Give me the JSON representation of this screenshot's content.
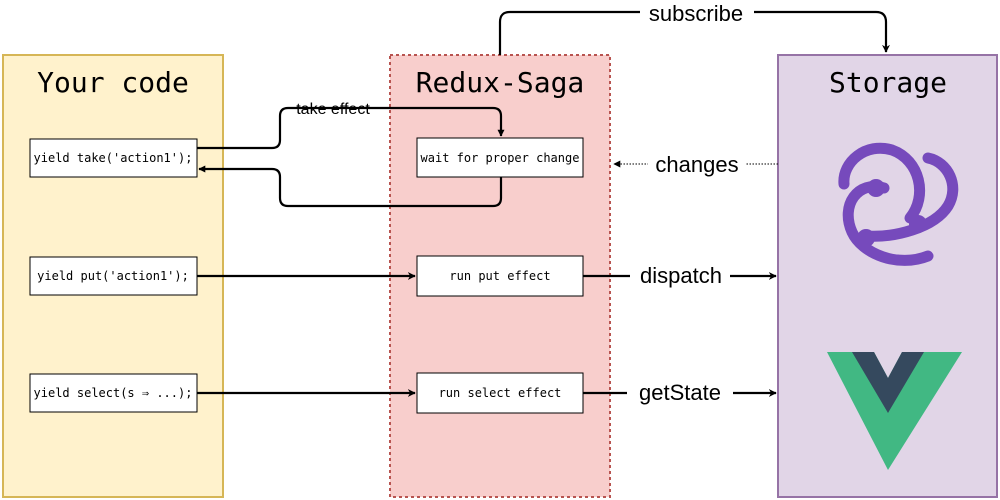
{
  "panels": {
    "your_code": {
      "title": "Your code"
    },
    "redux_saga": {
      "title": "Redux-Saga"
    },
    "storage": {
      "title": "Storage"
    }
  },
  "code_boxes": [
    "yield take('action1');",
    "yield put('action1');",
    "yield select(s ⇒ ...);"
  ],
  "saga_boxes": [
    "wait for proper change",
    "run put effect",
    "run select effect"
  ],
  "edges": {
    "subscribe": "subscribe",
    "take_effect": "take effect",
    "changes": "changes",
    "dispatch": "dispatch",
    "get_state": "getState"
  },
  "logos": {
    "redux": {
      "icon": "redux-logo-icon",
      "color": "#764abc"
    },
    "vue": {
      "icon": "vue-logo-icon",
      "outer_color": "#41b883",
      "inner_color": "#35495e"
    }
  },
  "colors": {
    "your_code_fill": "#fff2cc",
    "your_code_stroke": "#d6b656",
    "saga_fill": "#f8cecc",
    "saga_stroke": "#b85450",
    "storage_fill": "#e1d5e7",
    "storage_stroke": "#9673a6"
  }
}
